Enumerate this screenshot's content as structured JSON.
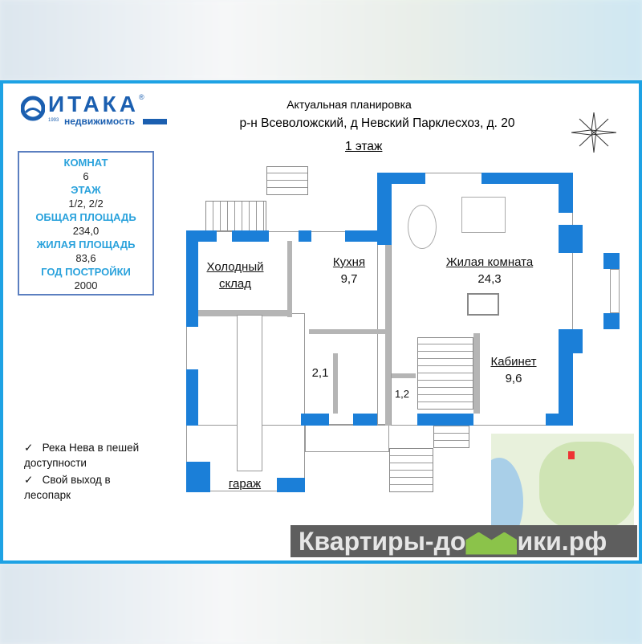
{
  "logo": {
    "name": "ИТАКА",
    "registered": "®",
    "subtitle": "недвижимость",
    "year": "1993"
  },
  "header": {
    "title": "Актуальная планировка",
    "address": "р-н Всеволожский, д Невский Парклесхоз, д. 20",
    "floor": "1 этаж"
  },
  "info": [
    {
      "key": "КОМНАТ",
      "value": "6"
    },
    {
      "key": "ЭТАЖ",
      "value": "1/2, 2/2"
    },
    {
      "key": "ОБЩАЯ ПЛОЩАДЬ",
      "value": "234,0"
    },
    {
      "key": "ЖИЛАЯ ПЛОЩАДЬ",
      "value": "83,6"
    },
    {
      "key": "ГОД ПОСТРОЙКИ",
      "value": "2000"
    }
  ],
  "rooms": {
    "cold_storage": {
      "line1": "Холодный",
      "line2": "склад"
    },
    "kitchen": {
      "name": "Кухня",
      "area": "9,7"
    },
    "living": {
      "name": "Жилая комната",
      "area": "24,3"
    },
    "study": {
      "name": "Кабинет",
      "area": "9,6"
    },
    "bath": {
      "area": "2,1"
    },
    "hall": {
      "area": "1,2"
    },
    "garage": {
      "name": "гараж"
    }
  },
  "features": [
    "Река Нева в пешей доступности",
    "Свой выход в лесопарк"
  ],
  "watermark": {
    "left": "Квартиры-до",
    "right": "ики.рф"
  },
  "colors": {
    "wall": "#1b7fd8",
    "frame": "#1ea2e4",
    "info_key": "#2aa2dc"
  }
}
